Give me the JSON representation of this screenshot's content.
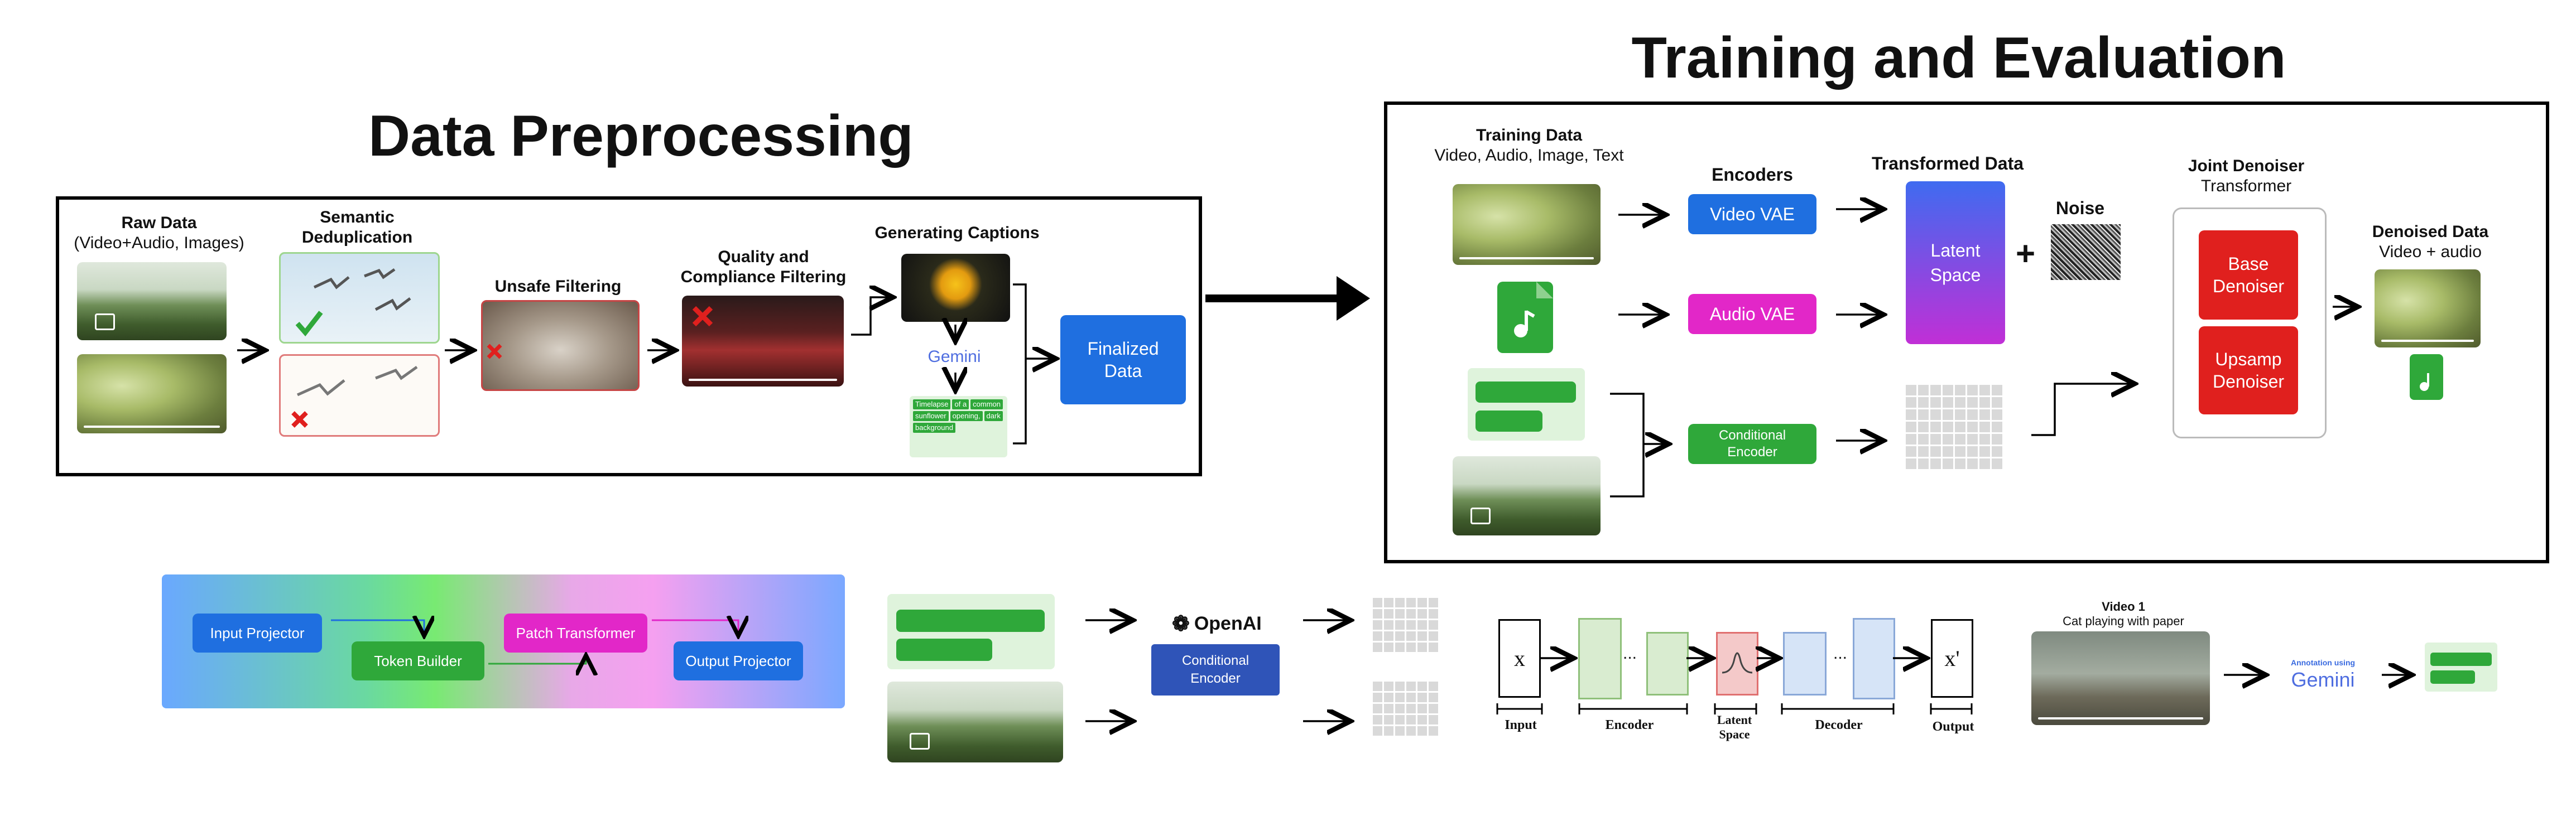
{
  "left": {
    "title": "Data Preprocessing",
    "raw_data": {
      "title": "Raw Data",
      "subtitle": "(Video+Audio, Images)"
    },
    "dedup": {
      "title": "Semantic Deduplication"
    },
    "unsafe": {
      "title": "Unsafe Filtering"
    },
    "quality": {
      "title": "Quality and Compliance Filtering"
    },
    "captions": {
      "title": "Generating Captions",
      "gemini": "Gemini",
      "caption_words": [
        "Timelapse",
        "of a",
        "common",
        "sunflower",
        "opening,",
        "dark",
        "background"
      ]
    },
    "finalized": "Finalized Data"
  },
  "right": {
    "title": "Training and Evaluation",
    "training_data": {
      "title": "Training Data",
      "subtitle": "Video, Audio, Image, Text"
    },
    "encoders_title": "Encoders",
    "video_vae": "Video VAE",
    "audio_vae": "Audio VAE",
    "conditional_encoder": "Conditional Encoder",
    "transformed_title": "Transformed Data",
    "latent_space": "Latent Space",
    "noise_title": "Noise",
    "joint_denoiser": {
      "title": "Joint Denoiser",
      "subtitle": "Transformer"
    },
    "base_denoiser": "Base Denoiser",
    "upsamp_denoiser": "Upsamp Denoiser",
    "denoised": {
      "title": "Denoised Data",
      "subtitle": "Video + audio"
    }
  },
  "bottom": {
    "input_projector": "Input Projector",
    "token_builder": "Token Builder",
    "patch_transformer": "Patch Transformer",
    "output_projector": "Output Projector",
    "openai": "OpenAI",
    "conditional_encoder": "Conditional Encoder",
    "ae": {
      "input_symbol": "x",
      "output_symbol": "x'",
      "ellipsis": "...",
      "labels": {
        "input": "Input",
        "encoder": "Encoder",
        "latent": "Latent Space",
        "decoder": "Decoder",
        "output": "Output"
      }
    },
    "video": {
      "title": "Video 1",
      "subtitle": "Cat playing with paper"
    },
    "annotation_using": "Annotation using",
    "gemini": "Gemini"
  },
  "colors": {
    "blue": "#1f6fe0",
    "magenta": "#e227c8",
    "green": "#2fa83a",
    "red": "#e0201e",
    "latent_gradient": [
      "#3f6bf0",
      "#c12fd6"
    ],
    "light_green": "#dff3dc"
  }
}
